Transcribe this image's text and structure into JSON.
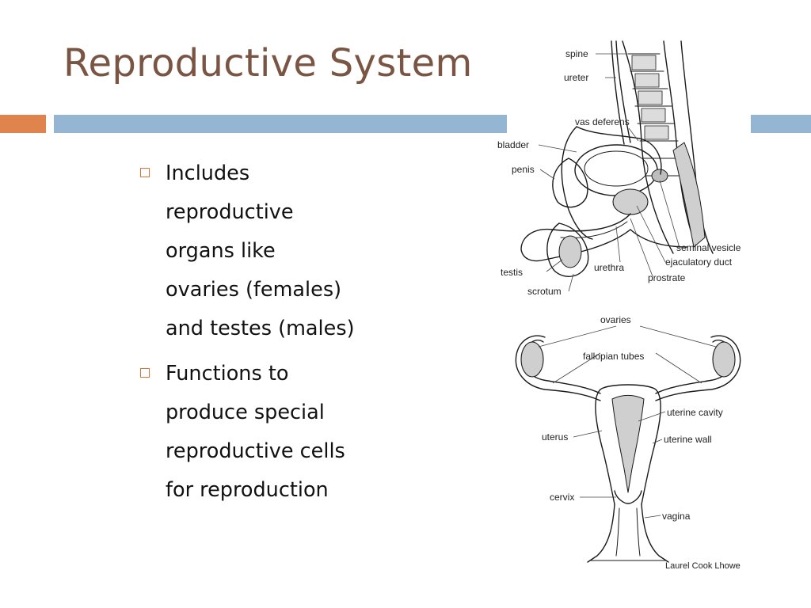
{
  "slide": {
    "title": "Reproductive System",
    "bullets": [
      {
        "lines": [
          "Includes",
          "reproductive",
          "organs like",
          "ovaries (females)",
          "and testes (males)"
        ]
      },
      {
        "lines": [
          "Functions to",
          "produce special",
          "reproductive cells",
          "for reproduction"
        ]
      }
    ]
  },
  "male_diagram": {
    "labels": {
      "spine": "spine",
      "ureter": "ureter",
      "vas_deferens": "vas deferens",
      "bladder": "bladder",
      "penis": "penis",
      "seminal_vesicle": "seminal vesicle",
      "ejaculatory_duct": "ejaculatory duct",
      "prostrate": "prostrate",
      "urethra": "urethra",
      "testis": "testis",
      "scrotum": "scrotum"
    }
  },
  "female_diagram": {
    "labels": {
      "ovaries": "ovaries",
      "fallopian_tubes": "fallopian tubes",
      "uterine_cavity": "uterine cavity",
      "uterus": "uterus",
      "uterine_wall": "uterine wall",
      "cervix": "cervix",
      "vagina": "vagina"
    },
    "credit": "Laurel Cook Lhowe"
  },
  "colors": {
    "title": "#7a5543",
    "accent_orange": "#e0844d",
    "accent_blue": "#94b6d2",
    "bullet_marker": "#d8743a"
  }
}
